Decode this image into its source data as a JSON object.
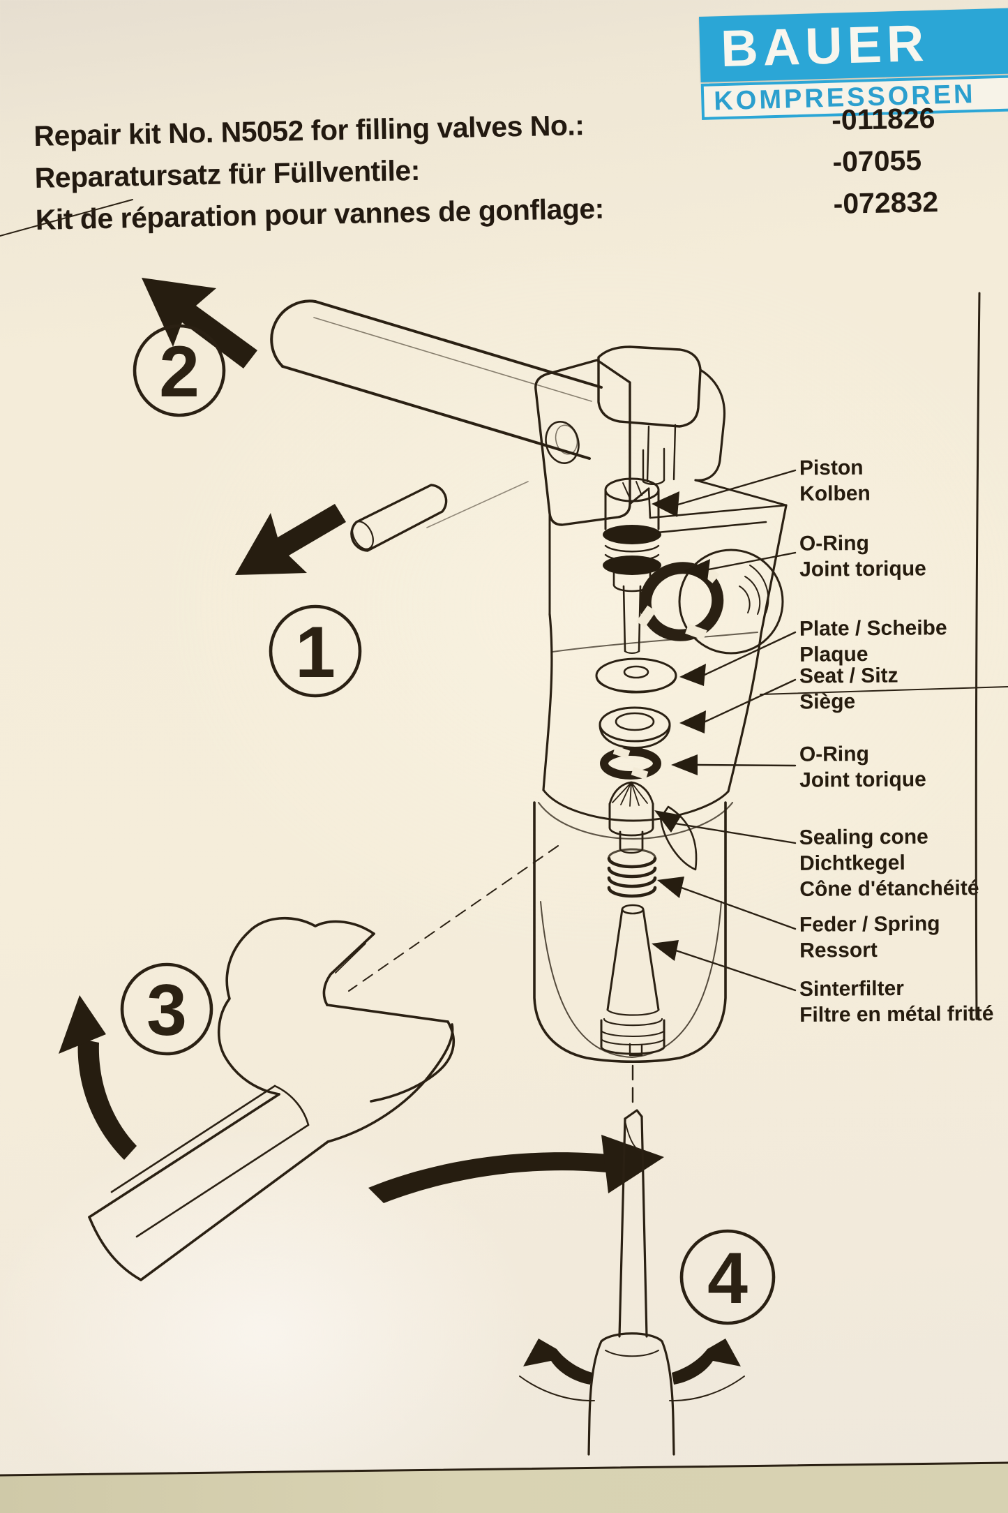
{
  "brand": {
    "name": "BAUER",
    "subtitle": "KOMPRESSOREN",
    "logo_background": "#2ba6d6",
    "logo_text_color": "#f8f6ee"
  },
  "header": {
    "rows": [
      {
        "label": "Repair kit No. N5052 for filling valves No.:",
        "value": "-011826"
      },
      {
        "label": "Reparatursatz für Füllventile:",
        "value": "-07055"
      },
      {
        "label": "Kit de réparation pour vannes de gonflage:",
        "value": "-072832"
      }
    ]
  },
  "steps": [
    {
      "number": "1"
    },
    {
      "number": "2"
    },
    {
      "number": "3"
    },
    {
      "number": "4"
    }
  ],
  "parts": [
    {
      "lines": [
        "Piston",
        "Kolben"
      ]
    },
    {
      "lines": [
        "O-Ring",
        "Joint torique"
      ]
    },
    {
      "lines": [
        "Plate / Scheibe",
        "Plaque"
      ]
    },
    {
      "lines": [
        "Seat / Sitz",
        "Siège"
      ]
    },
    {
      "lines": [
        "O-Ring",
        "Joint torique"
      ]
    },
    {
      "lines": [
        "Sealing cone",
        "Dichtkegel",
        "Cône d'étanchéité"
      ]
    },
    {
      "lines": [
        "Feder / Spring",
        "Ressort"
      ]
    },
    {
      "lines": [
        "Sinterfilter",
        "Filtre en métal fritté"
      ]
    }
  ],
  "colors": {
    "accent_cyan": "#2ba6d6",
    "ink": "#2a2013",
    "paper": "#f4ecd9",
    "table_surface": "#d8d2b2"
  }
}
